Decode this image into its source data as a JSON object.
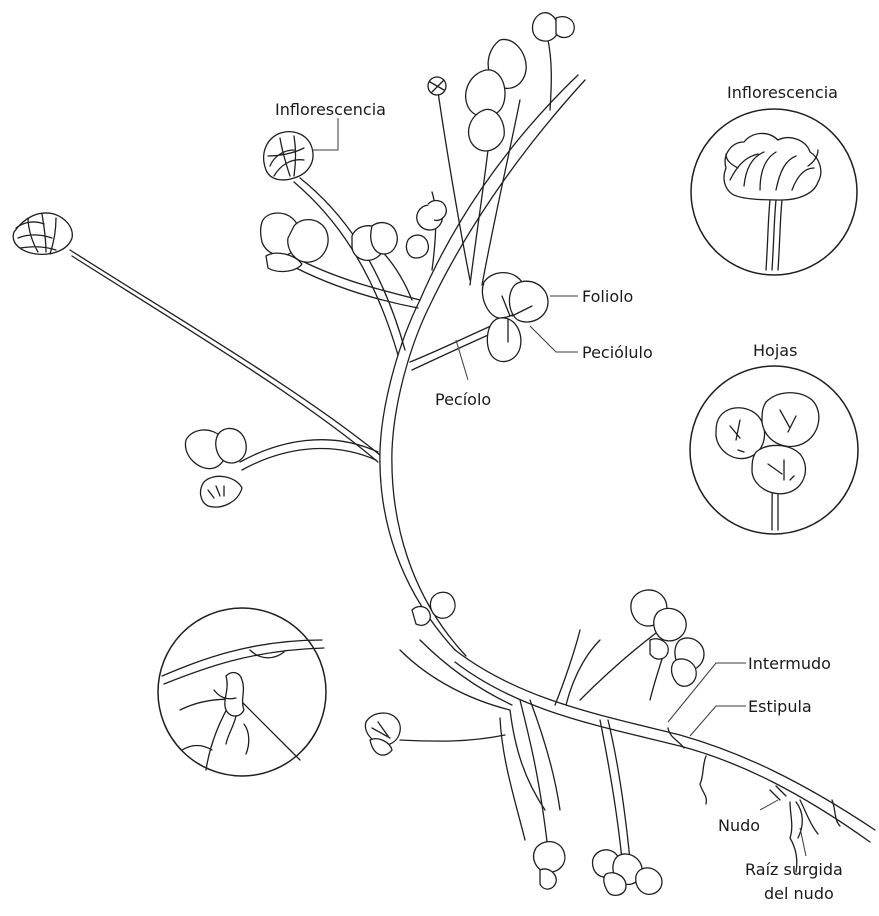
{
  "labels": {
    "inflorescencia": "Inflorescencia",
    "foliolo": "Foliolo",
    "peciolulo": "Peciólulo",
    "peciolo": "Pecíolo",
    "intermudo": "Intermudo",
    "estipula": "Estipula",
    "nudo": "Nudo",
    "raiz_line1": "Raíz surgida",
    "raiz_line2": "del nudo"
  },
  "insets": {
    "inflorescencia_title": "Inflorescencia",
    "hojas_title": "Hojas"
  },
  "colors": {
    "ink": "#1f1f1f",
    "background": "#ffffff"
  }
}
